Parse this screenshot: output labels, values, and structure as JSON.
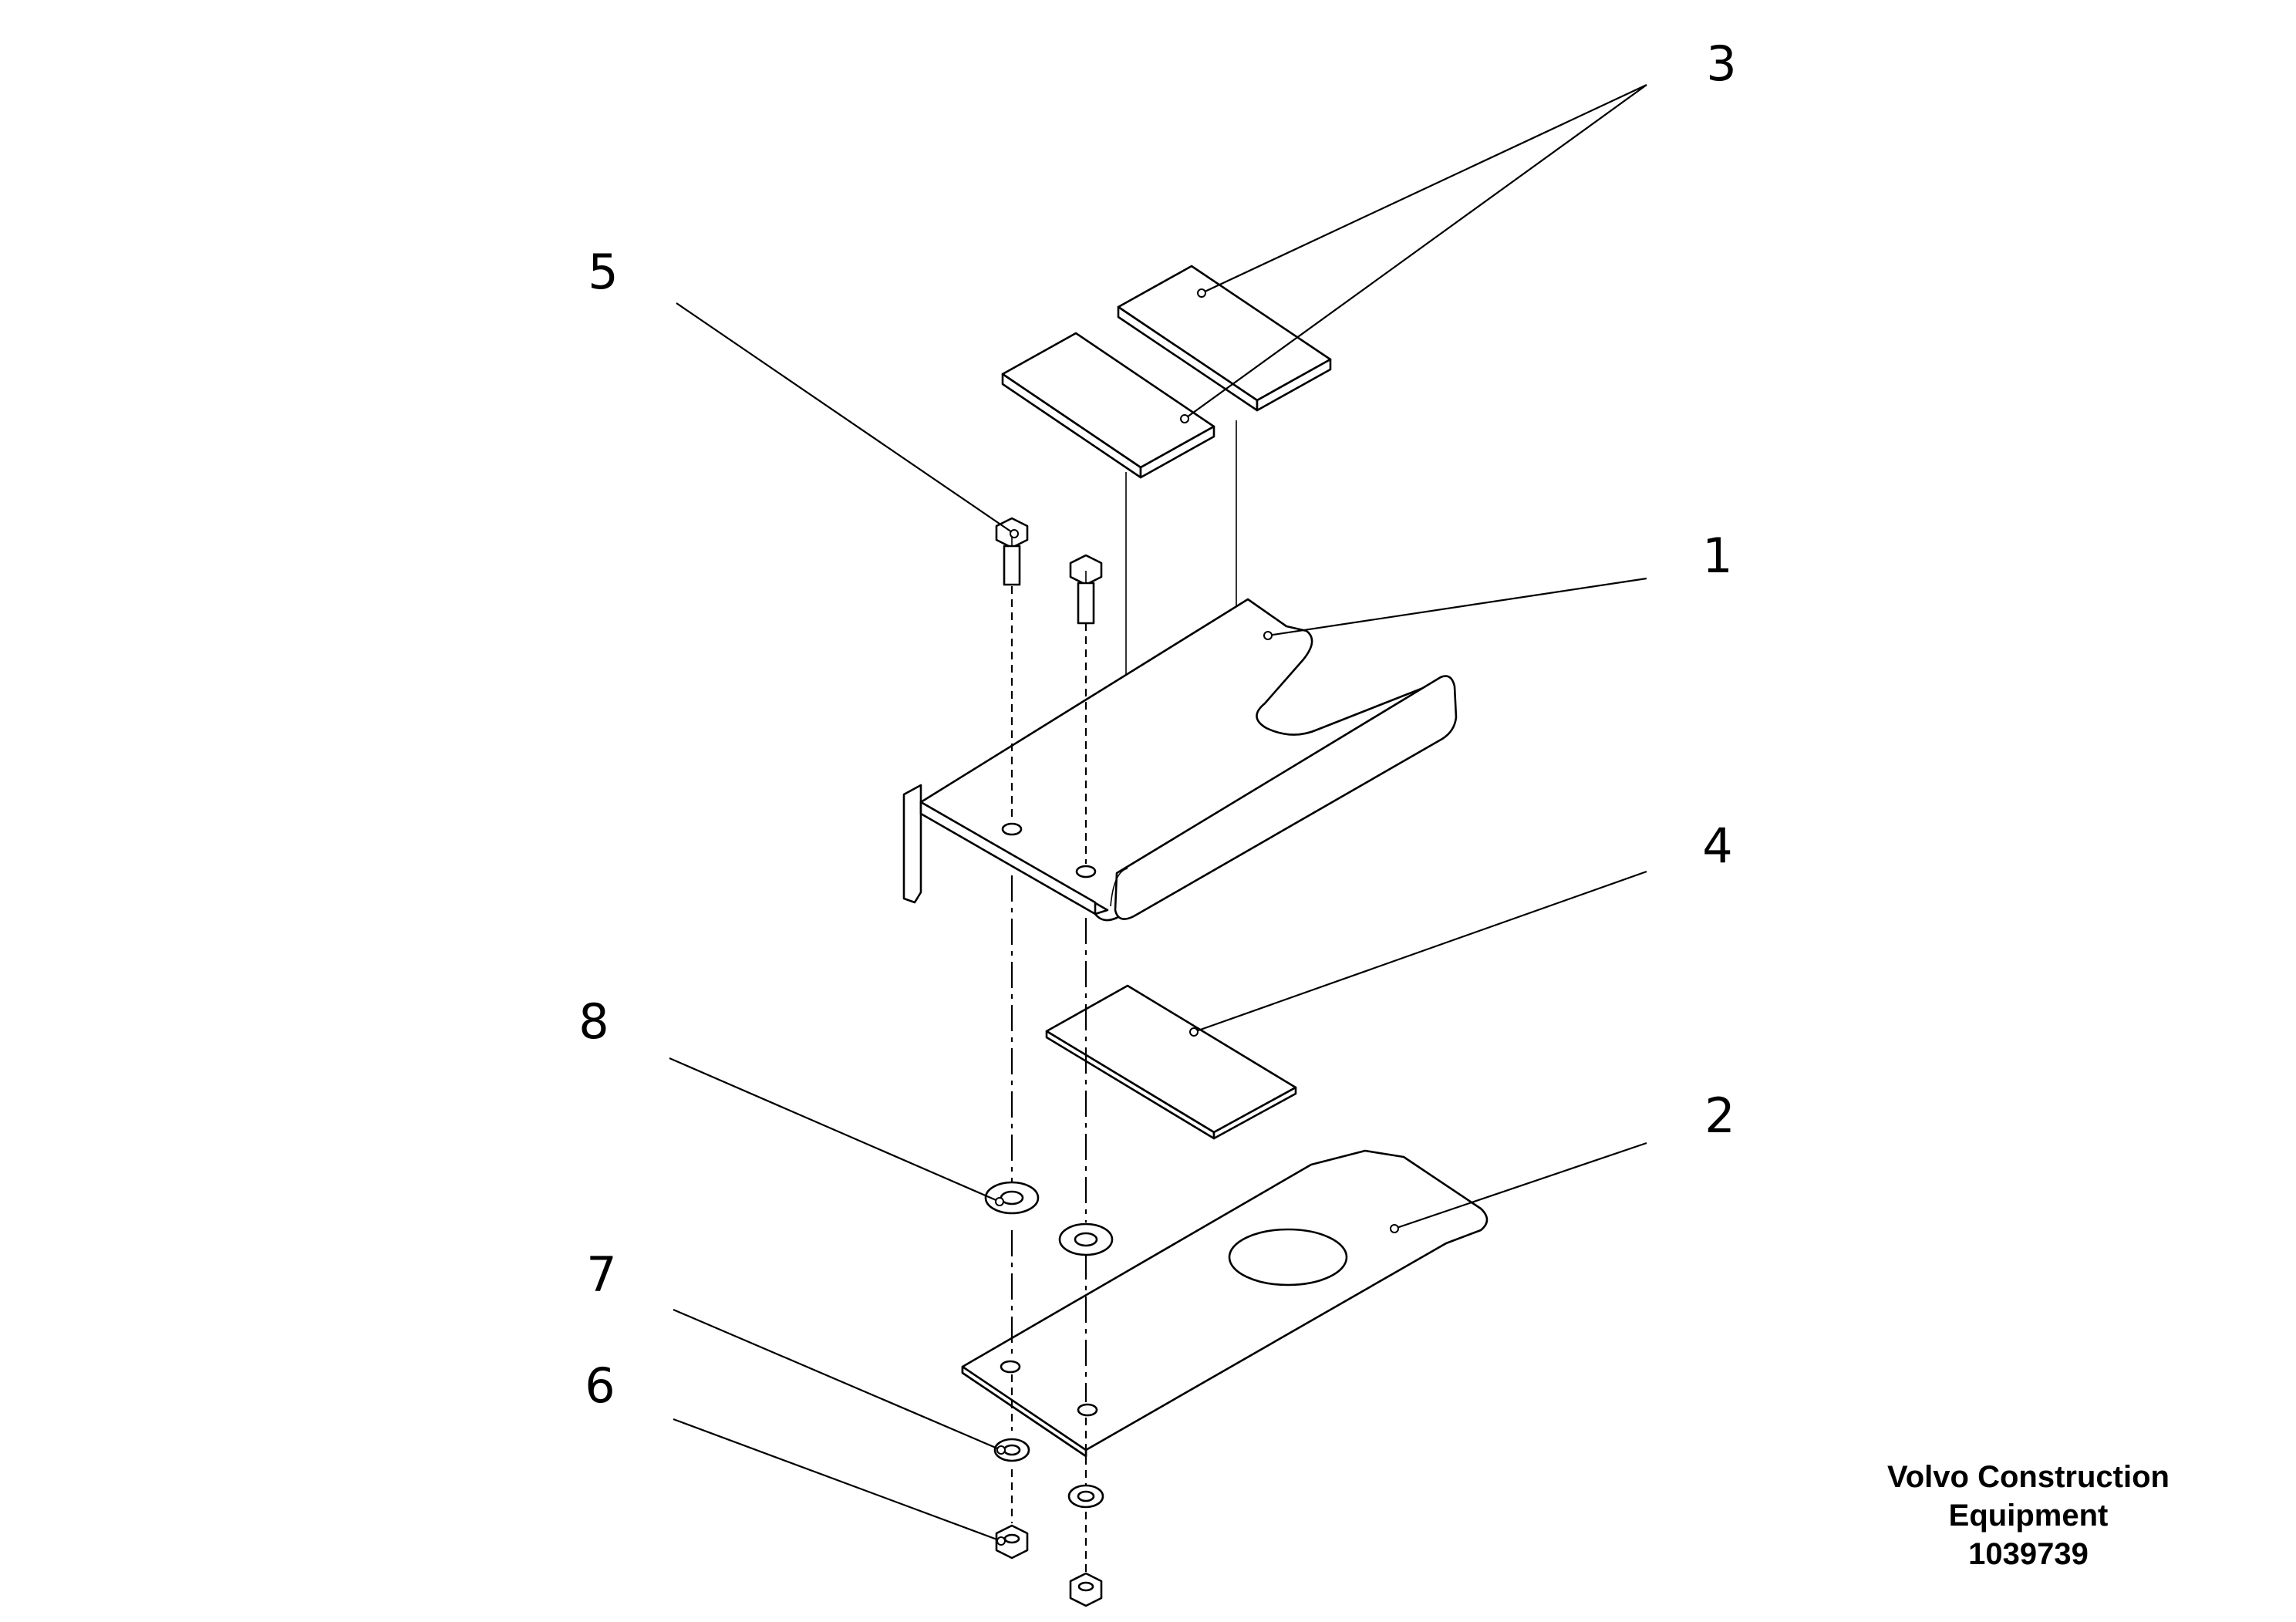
{
  "callouts": [
    {
      "id": "1",
      "label": "1"
    },
    {
      "id": "2",
      "label": "2"
    },
    {
      "id": "3",
      "label": "3"
    },
    {
      "id": "4",
      "label": "4"
    },
    {
      "id": "5",
      "label": "5"
    },
    {
      "id": "6",
      "label": "6"
    },
    {
      "id": "7",
      "label": "7"
    },
    {
      "id": "8",
      "label": "8"
    }
  ],
  "caption": {
    "line1": "Volvo Construction",
    "line2": "Equipment",
    "line3": "1039739"
  }
}
